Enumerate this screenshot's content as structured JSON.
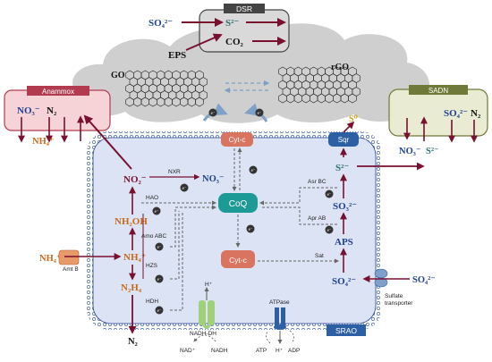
{
  "colors": {
    "cloud": "#cfcfcf",
    "cell_fill": "#dce3f5",
    "cell_border": "#1f3f8f",
    "anammox_fill": "#f6d3d7",
    "anammox_border": "#b23b4f",
    "sadn_fill": "#e9ecd2",
    "sadn_border": "#6f7a3a",
    "dsr_fill": "#d9d9d9",
    "arrow_dark": "#7a1030",
    "nitrogen_blue": "#1f3f8f",
    "ammonium_orange": "#c96a1a",
    "sulfur_teal": "#2e6f6f",
    "enzyme_salmon": "#d8745f",
    "coq_teal": "#1e9a96",
    "sqr_blue": "#2c5fa3",
    "s0_gold": "#d1a11c"
  },
  "dsr": {
    "title": "DSR",
    "so4": "SO₄²⁻",
    "s2": "S²⁻",
    "eps": "EPS",
    "co2": "CO₂"
  },
  "cloud": {
    "go_label": "GO",
    "rgo_label": "rGO"
  },
  "anammox": {
    "title": "Anammox",
    "no3": "NO₃⁻",
    "n2": "N₂",
    "nh4": "NH₄⁺"
  },
  "sadn": {
    "title": "SADN",
    "so4": "SO₄²⁻",
    "n2": "N₂",
    "no3": "NO₃⁻",
    "s2": "S²⁻"
  },
  "cell": {
    "label": "SRAO",
    "cytc_top": "Cyt-c",
    "coq": "CoQ",
    "cytc_bottom": "Cyt-c",
    "sqr": "Sqr",
    "s0": "S⁰",
    "electron": "e⁻"
  },
  "nitrogen_pathway": {
    "no2": "NO₂⁻",
    "no3": "NO₃⁻",
    "nxr": "NXR",
    "hao": "HAO",
    "nh2oh": "NH₂OH",
    "amo": "Amo ABC",
    "nh4_in": "NH₄⁺",
    "nh4_out": "NH₄⁺",
    "amt": "Amt B",
    "hzs": "HZS",
    "n2h4": "N₂H₄",
    "hdh": "HDH",
    "n2": "N₂"
  },
  "sulfur_pathway": {
    "s2": "S²⁻",
    "asr": "Asr BC",
    "so3": "SO₃²⁻",
    "apr": "Apr AB",
    "aps": "APS",
    "sat": "Sat",
    "so4_in": "SO₄²⁻",
    "so4_out": "SO₄²⁻",
    "transporter": "Sulfate\ntransporter",
    "transporter_line1": "Sulfate",
    "transporter_line2": "transporter"
  },
  "energy": {
    "nadh_dh": "NADH-DH",
    "h_plus": "H⁺",
    "nad": "NAD⁺",
    "nadh": "NADH",
    "atpase": "ATPase",
    "atp": "ATP",
    "h_plus2": "H⁺",
    "adp": "ADP"
  }
}
